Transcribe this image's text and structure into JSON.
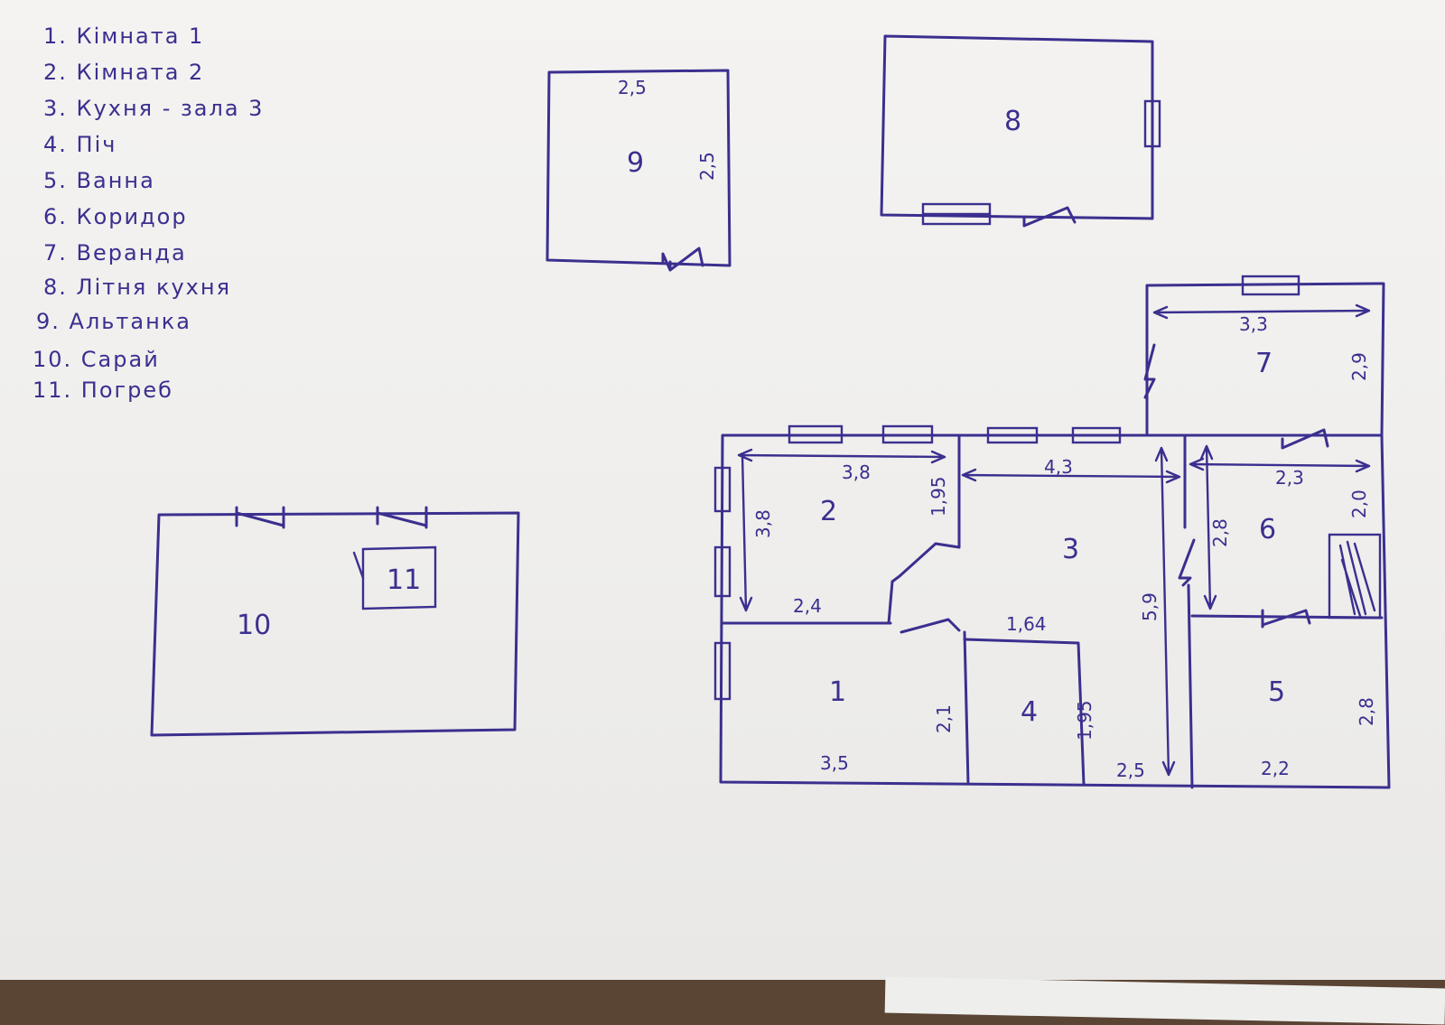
{
  "legend": [
    "1. Кімната 1",
    "2. Кімната 2",
    "3. Кухня - зала 3",
    "4. Піч",
    "5. Ванна",
    "6. Коридор",
    "7. Веранда",
    "8. Літня кухня",
    "9. Альтанка",
    "10. Сарай",
    "11. Погреб"
  ],
  "rooms": {
    "r1": "1",
    "r2": "2",
    "r3": "3",
    "r4": "4",
    "r5": "5",
    "r6": "6",
    "r7": "7",
    "r8": "8",
    "r9": "9",
    "r10": "10",
    "r11": "11"
  },
  "dimensions": {
    "gazebo_width": "2,5",
    "gazebo_height": "2,5",
    "veranda_width": "3,3",
    "veranda_height": "2,9",
    "room2_width": "3,8",
    "room2_height": "3,8",
    "room2_bottom": "2,4",
    "room2_nook": "1,95",
    "kitchen_width": "4,3",
    "kitchen_height": "5,9",
    "kitchen_bottom": "2,5",
    "stove_width": "1,64",
    "stove_height": "1,95",
    "room1_width": "3,5",
    "room1_height": "2,1",
    "corridor_width": "2,3",
    "corridor_height": "2,8",
    "corridor_right": "2,0",
    "bath_width": "2,2",
    "bath_height": "2,8"
  }
}
